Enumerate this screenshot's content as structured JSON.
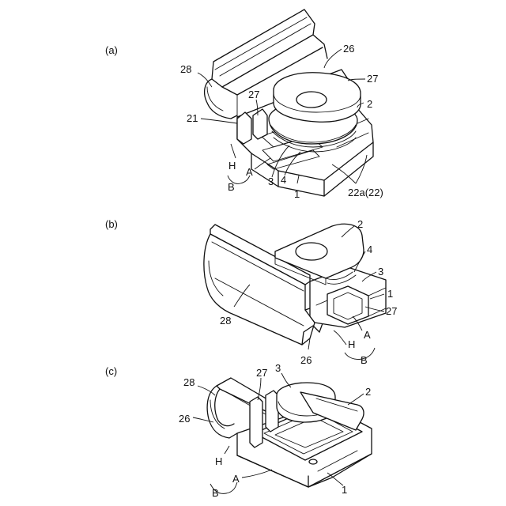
{
  "panels": [
    {
      "id": "a",
      "panel_label": "(a)",
      "labels": {
        "l28": "28",
        "l26": "26",
        "l27a": "27",
        "l27b": "27",
        "l2": "2",
        "l21": "21",
        "lH": "H",
        "lA": "A",
        "lB": "B",
        "l3": "3",
        "l4": "4",
        "l1": "1",
        "l22": "22a(22)"
      }
    },
    {
      "id": "b",
      "panel_label": "(b)",
      "labels": {
        "l2": "2",
        "l4": "4",
        "l3": "3",
        "l1": "1",
        "l28": "28",
        "l27": "27",
        "lA": "A",
        "lH": "H",
        "lB": "B",
        "l26": "26"
      }
    },
    {
      "id": "c",
      "panel_label": "(c)",
      "labels": {
        "l28": "28",
        "l27": "27",
        "l3": "3",
        "l2": "2",
        "l26": "26",
        "lH": "H",
        "lA": "A",
        "lB": "B",
        "l1": "1"
      }
    }
  ]
}
